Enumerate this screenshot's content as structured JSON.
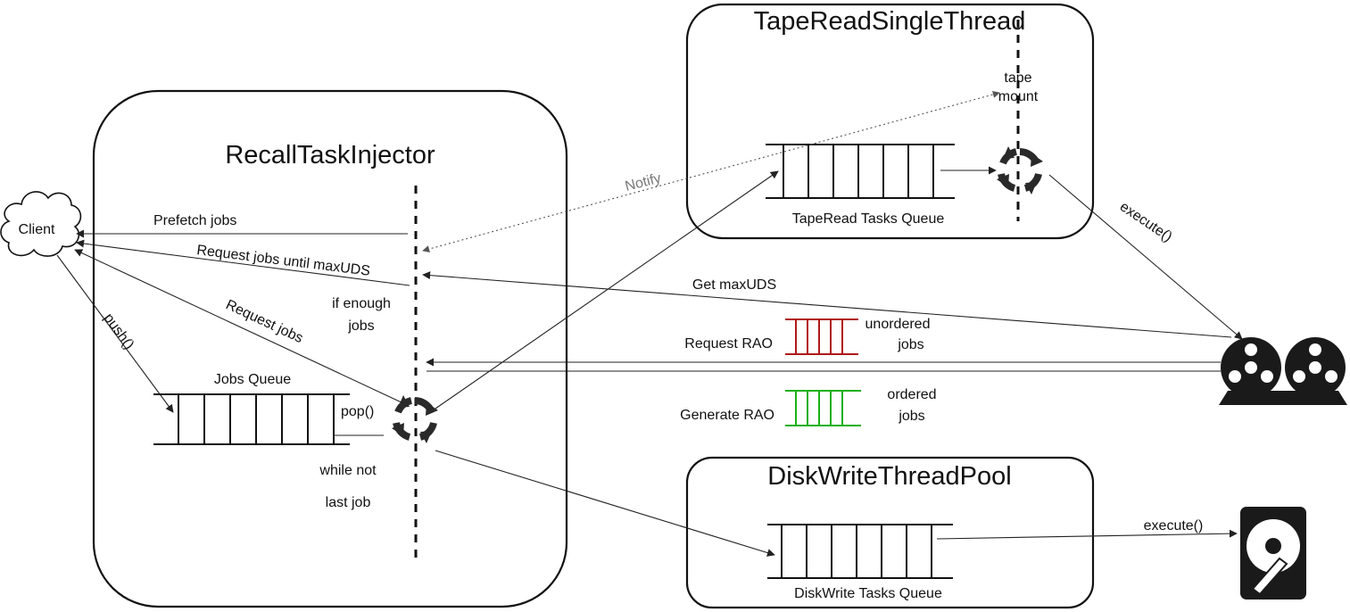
{
  "titles": {
    "recall_injector": "RecallTaskInjector",
    "tape_read_thread": "TapeReadSingleThread",
    "disk_write_pool": "DiskWriteThreadPool"
  },
  "nodes": {
    "client": "Client"
  },
  "queues": {
    "jobs": "Jobs Queue",
    "tape_read": "TapeRead Tasks Queue",
    "disk_write": "DiskWrite Tasks Queue"
  },
  "labels": {
    "prefetch_jobs": "Prefetch jobs",
    "request_until_max": "Request jobs until maxUDS",
    "request_jobs": "Request jobs",
    "push": "push()",
    "pop": "pop()",
    "if_enough_1": "if enough",
    "if_enough_2": "jobs",
    "while_not": "while not",
    "last_job": "last job",
    "notify": "Notify",
    "tape_mount_1": "tape",
    "tape_mount_2": "mount",
    "execute_tape": "execute()",
    "get_max_uds": "Get maxUDS",
    "request_rao": "Request RAO",
    "unordered_1": "unordered",
    "unordered_2": "jobs",
    "generate_rao": "Generate RAO",
    "ordered_1": "ordered",
    "ordered_2": "jobs",
    "execute_disk": "execute()"
  },
  "colors": {
    "rao_unordered": "#b01818",
    "rao_ordered": "#19b019",
    "ink": "#111111"
  },
  "icons": {
    "tape": "tape-reel-icon",
    "disk": "hard-disk-icon",
    "cycle": "cycle-arrows-icon"
  }
}
